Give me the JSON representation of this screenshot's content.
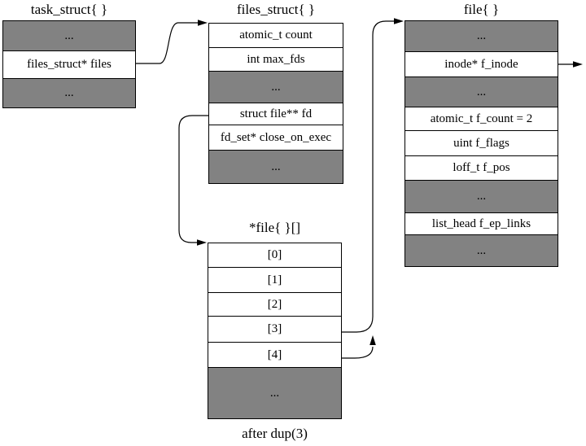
{
  "colors": {
    "background": "#ffffff",
    "row_gray": "#828282",
    "row_white": "#ffffff",
    "line": "#000000",
    "text": "#000000"
  },
  "boxes": {
    "task": {
      "title": "task_struct{ }",
      "rows": [
        {
          "label": "...",
          "shade": "gray"
        },
        {
          "label": "files_struct* files",
          "shade": "white"
        },
        {
          "label": "...",
          "shade": "gray"
        }
      ]
    },
    "files_struct": {
      "title": "files_struct{ }",
      "rows": [
        {
          "label": "atomic_t count",
          "shade": "white"
        },
        {
          "label": "int max_fds",
          "shade": "white"
        },
        {
          "label": "...",
          "shade": "gray"
        },
        {
          "label": "struct file** fd",
          "shade": "white"
        },
        {
          "label": "fd_set* close_on_exec",
          "shade": "white"
        },
        {
          "label": "...",
          "shade": "gray"
        }
      ]
    },
    "file": {
      "title": "file{ }",
      "rows": [
        {
          "label": "...",
          "shade": "gray"
        },
        {
          "label": "inode* f_inode",
          "shade": "white"
        },
        {
          "label": "...",
          "shade": "gray"
        },
        {
          "label": "atomic_t f_count = 2",
          "shade": "white"
        },
        {
          "label": "uint f_flags",
          "shade": "white"
        },
        {
          "label": "loff_t f_pos",
          "shade": "white"
        },
        {
          "label": "...",
          "shade": "gray"
        },
        {
          "label": "list_head f_ep_links",
          "shade": "white"
        },
        {
          "label": "...",
          "shade": "gray"
        }
      ]
    },
    "fd_array": {
      "title": "*file{ }[]",
      "caption": "after dup(3)",
      "rows": [
        {
          "label": "[0]",
          "shade": "white"
        },
        {
          "label": "[1]",
          "shade": "white"
        },
        {
          "label": "[2]",
          "shade": "white"
        },
        {
          "label": "[3]",
          "shade": "white"
        },
        {
          "label": "[4]",
          "shade": "white"
        },
        {
          "label": "...",
          "shade": "gray"
        }
      ]
    }
  },
  "arrows": [
    {
      "name": "files-pointer-arrow",
      "from": "files_struct* files",
      "to": "files_struct{ } top-left"
    },
    {
      "name": "fd-pointer-arrow",
      "from": "struct file** fd",
      "to": "*file{ }[] top-left"
    },
    {
      "name": "fd3-pointer-arrow",
      "from": "[3]",
      "to": "file{ } top-left"
    },
    {
      "name": "fd4-pointer-arrow",
      "from": "[4]",
      "to": "merges into [3] arrow"
    },
    {
      "name": "f-inode-pointer-arrow",
      "from": "inode* f_inode",
      "to": "off right edge"
    }
  ]
}
